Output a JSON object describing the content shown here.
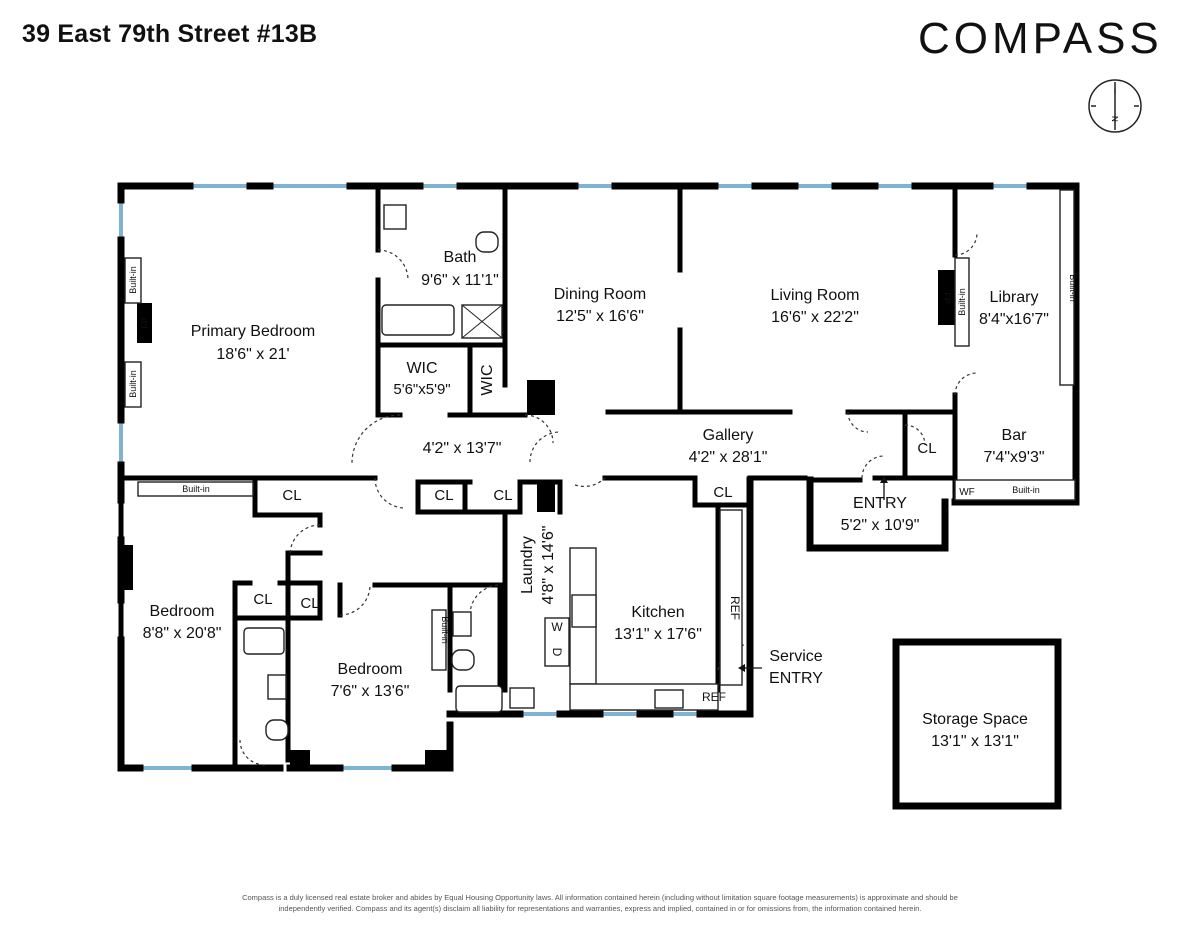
{
  "header": {
    "address": "39 East 79th Street #13B",
    "brand": "COMPASS",
    "north_label": "N"
  },
  "rooms": {
    "primary_bedroom": {
      "name": "Primary Bedroom",
      "dims": "18'6\" x 21'"
    },
    "bath": {
      "name": "Bath",
      "dims": "9'6\" x 11'1\""
    },
    "wic1": {
      "name": "WIC",
      "dims": "5'6\"x5'9\""
    },
    "wic2": {
      "name": "WIC"
    },
    "hall": {
      "dims": "4'2\" x 13'7\""
    },
    "dining": {
      "name": "Dining Room",
      "dims": "12'5\" x 16'6\""
    },
    "living": {
      "name": "Living Room",
      "dims": "16'6\" x 22'2\""
    },
    "library": {
      "name": "Library",
      "dims": "8'4\"x16'7\""
    },
    "gallery": {
      "name": "Gallery",
      "dims": "4'2\" x 28'1\""
    },
    "bar": {
      "name": "Bar",
      "dims": "7'4\"x9'3\""
    },
    "entry": {
      "name": "ENTRY",
      "dims": "5'2\" x 10'9\""
    },
    "laundry": {
      "name": "Laundry",
      "dims": "4'8\" x 14'6\""
    },
    "kitchen": {
      "name": "Kitchen",
      "dims": "13'1\" x 17'6\""
    },
    "service_entry": {
      "line1": "Service",
      "line2": "ENTRY"
    },
    "bedroom1": {
      "name": "Bedroom",
      "dims": "8'8\" x 20'8\""
    },
    "bedroom2": {
      "name": "Bedroom",
      "dims": "7'6\" x 13'6\""
    },
    "storage": {
      "name": "Storage Space",
      "dims": "13'1\" x 13'1\""
    }
  },
  "labels": {
    "builtin": "Built-in",
    "fp": "FP",
    "cl": "CL",
    "ref": "REF",
    "w": "W",
    "d": "D",
    "wf": "WF"
  },
  "footer": {
    "disclaimer_line1": "Compass is a duly licensed real estate broker and abides by Equal Housing Opportunity laws.  All information contained herein (including without limitation square footage measurements) is approximate and should be",
    "disclaimer_line2": "independently verified. Compass and its agent(s) disclaim all liability for representations and warranties, express and implied, contained in or for omissions from, the information contained herein."
  },
  "colors": {
    "wall": "#000000",
    "window": "#7fb3d5",
    "background": "#ffffff"
  }
}
